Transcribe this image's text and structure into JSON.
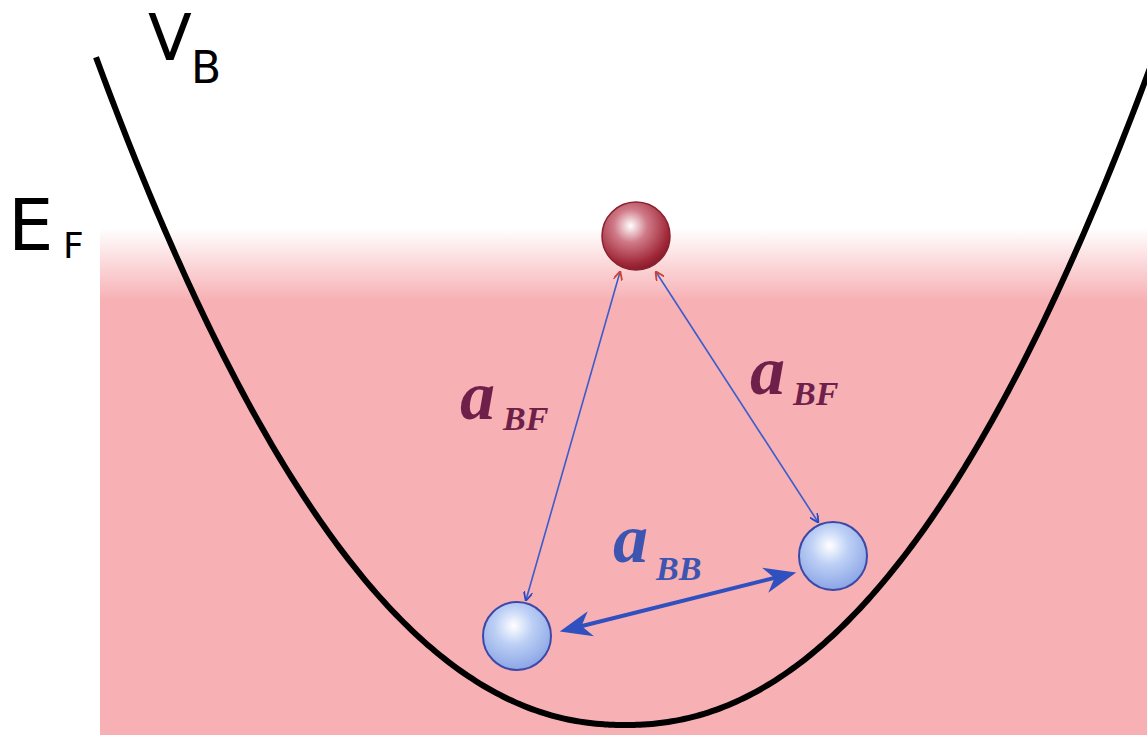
{
  "diagram": {
    "labels": [
      "V",
      "B",
      "E",
      "F",
      "a",
      "BF",
      "a",
      "BF",
      "a",
      "BB"
    ]
  }
}
